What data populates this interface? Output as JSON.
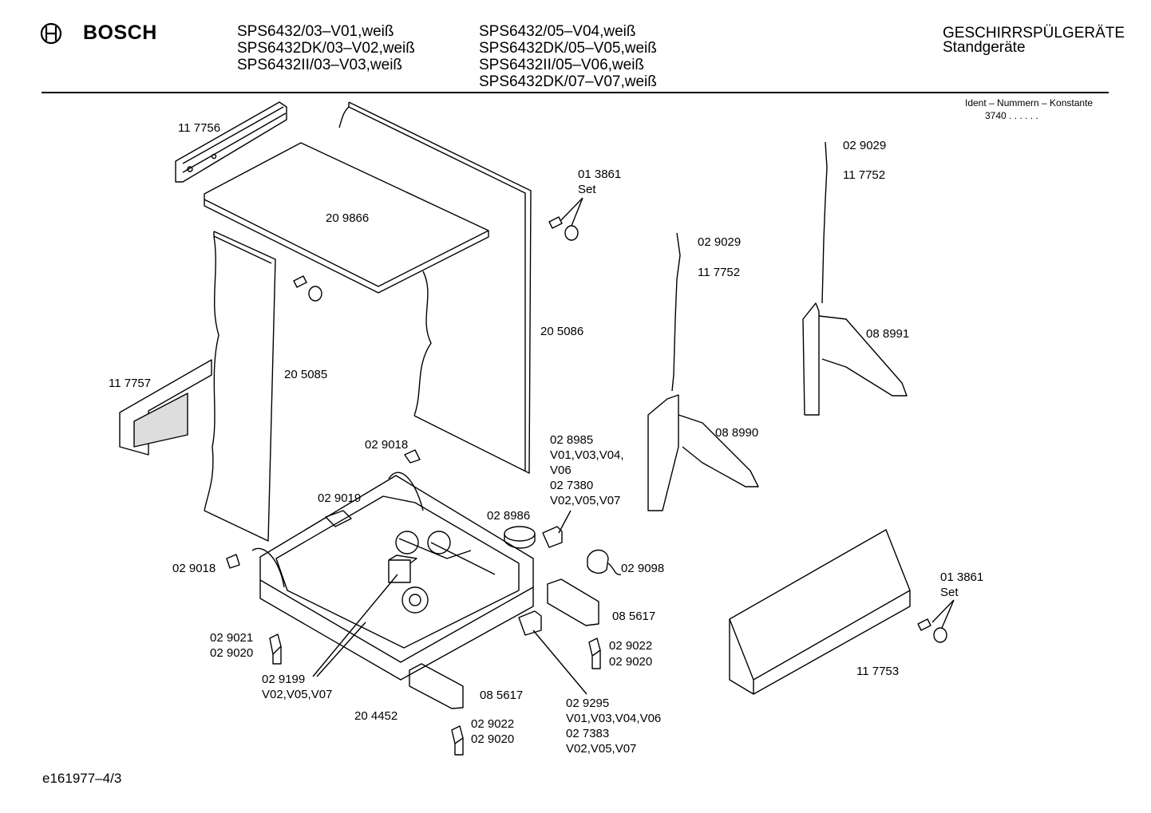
{
  "header": {
    "brand": "BOSCH",
    "models_col1": [
      "SPS6432/03–V01,weiß",
      "SPS6432DK/03–V02,weiß",
      "SPS6432II/03–V03,weiß"
    ],
    "models_col2": [
      "SPS6432/05–V04,weiß",
      "SPS6432DK/05–V05,weiß",
      "SPS6432II/05–V06,weiß",
      "SPS6432DK/07–V07,weiß"
    ],
    "category": "GESCHIRRSPÜLGERÄTE",
    "subcategory": "Standgeräte",
    "ident_label": "Ident – Nummern – Konstante",
    "ident_value": "3740 . .  . . . ."
  },
  "parts": {
    "p117756": "11 7756",
    "p209866": "20 9866",
    "p013861a": "01 3861",
    "set_a": "Set",
    "p205086": "20 5086",
    "p205085": "20 5085",
    "p117757": "11 7757",
    "p029029a": "02 9029",
    "p117752a": "11 7752",
    "p029029b": "02 9029",
    "p117752b": "11 7752",
    "p088991": "08 8991",
    "p088990": "08 8990",
    "p029018a": "02 9018",
    "p028985": "02 8985",
    "v_028985a": "V01,V03,V04,",
    "v_028985b": "V06",
    "p027380": "02 7380",
    "v_027380": "V02,V05,V07",
    "p029019": "02 9019",
    "p028986": "02 8986",
    "p029018b": "02 9018",
    "p029098": "02 9098",
    "p085617a": "08 5617",
    "p013861b": "01 3861",
    "set_b": "Set",
    "p029021": "02 9021",
    "p029020a": "02 9020",
    "p029022a": "02 9022",
    "p029020b": "02 9020",
    "p029199": "02 9199",
    "v_029199": "V02,V05,V07",
    "p117753": "11 7753",
    "p085617b": "08 5617",
    "p204452": "20 4452",
    "p029295": "02 9295",
    "v_029295": "V01,V03,V04,V06",
    "p027383": "02 7383",
    "v_027383": "V02,V05,V07",
    "p029022b": "02 9022",
    "p029020c": "02 9020"
  },
  "footer": {
    "doc_id": "e161977–4/3"
  }
}
